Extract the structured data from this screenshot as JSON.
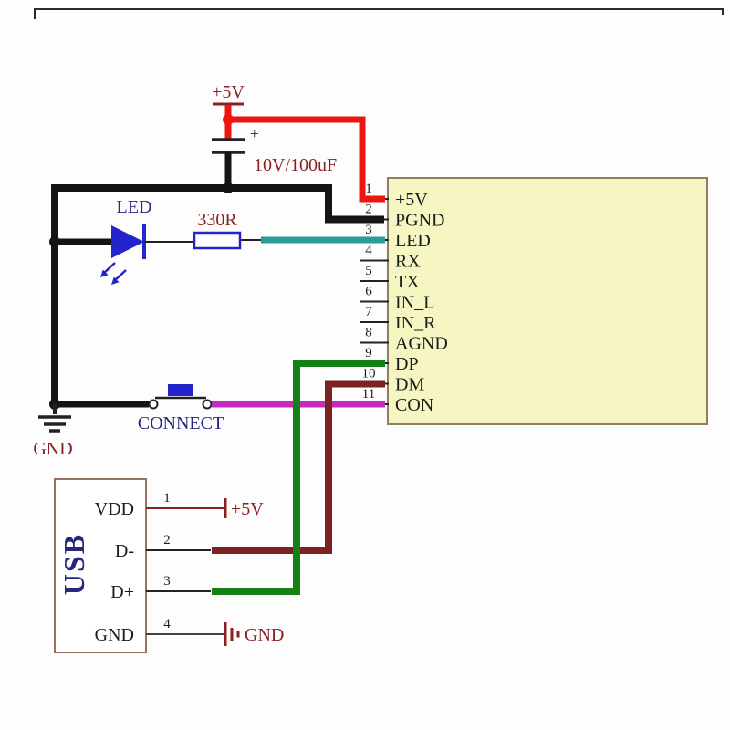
{
  "colors": {
    "wire_power": "#ee1511",
    "wire_ground": "#141414",
    "wire_led_net": "#2a9d96",
    "wire_dp": "#158015",
    "wire_dm": "#7c2222",
    "wire_con": "#c32bc3",
    "component_blue": "#2424cc",
    "ic_fill": "#f6f6c3",
    "ic_border": "#8f7f5f",
    "usb_border": "#9a7060",
    "label_dark_red": "#8b2020",
    "label_navy": "#27277e",
    "label_dark": "#1c1c1c"
  },
  "labels": {
    "power_rail": "+5V",
    "capacitor_value": "10V/100uF",
    "capacitor_polarity": "+",
    "led": "LED",
    "resistor_value": "330R",
    "switch": "CONNECT",
    "ground": "GND"
  },
  "ic": {
    "pins": [
      {
        "number": "1",
        "name": "+5V"
      },
      {
        "number": "2",
        "name": "PGND"
      },
      {
        "number": "3",
        "name": "LED"
      },
      {
        "number": "4",
        "name": "RX"
      },
      {
        "number": "5",
        "name": "TX"
      },
      {
        "number": "6",
        "name": "IN_L"
      },
      {
        "number": "7",
        "name": "IN_R"
      },
      {
        "number": "8",
        "name": "AGND"
      },
      {
        "number": "9",
        "name": "DP"
      },
      {
        "number": "10",
        "name": "DM"
      },
      {
        "number": "11",
        "name": "CON"
      }
    ]
  },
  "usb": {
    "label": "USB",
    "pins": [
      {
        "number": "1",
        "name": "VDD"
      },
      {
        "number": "2",
        "name": "D-"
      },
      {
        "number": "3",
        "name": "D+"
      },
      {
        "number": "4",
        "name": "GND"
      }
    ],
    "vdd_net": "+5V",
    "gnd_net": "GND"
  }
}
